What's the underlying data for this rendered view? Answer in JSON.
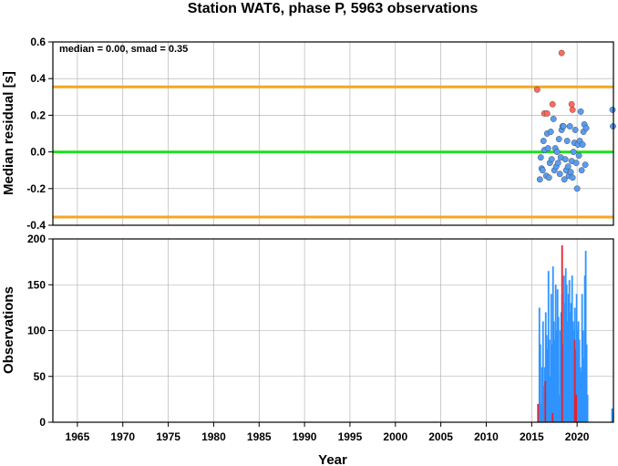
{
  "chart_data": [
    {
      "type": "scatter",
      "title": "Station WAT6, phase P, 5963 observations",
      "ylabel": "Median residual [s]",
      "annotation": "median = 0.00, smad = 0.35",
      "xlim": [
        1962.3,
        2024.0
      ],
      "ylim": [
        -0.4,
        0.6
      ],
      "yticks": [
        0.6,
        0.4,
        0.2,
        0.0,
        -0.2,
        -0.4
      ],
      "ytick_labels": [
        "0.6",
        "0.4",
        "0.2",
        "0.0",
        "-0.2",
        "-0.4"
      ],
      "grid": true,
      "reference_lines": [
        {
          "name": "median",
          "y": 0.0,
          "color": "#22e022"
        },
        {
          "name": "+smad",
          "y": 0.355,
          "color": "#f5a623"
        },
        {
          "name": "-smad",
          "y": -0.355,
          "color": "#f5a623"
        }
      ],
      "series": [
        {
          "color": "#ff6b5a",
          "points": [
            [
              2015.6,
              0.34
            ],
            [
              2016.4,
              0.21
            ],
            [
              2016.7,
              0.21
            ],
            [
              2017.3,
              0.26
            ],
            [
              2018.3,
              0.54
            ],
            [
              2019.4,
              0.26
            ],
            [
              2019.5,
              0.23
            ]
          ]
        },
        {
          "color": "#5a9cf0",
          "points": [
            [
              2015.9,
              -0.15
            ],
            [
              2016.0,
              -0.03
            ],
            [
              2016.1,
              -0.09
            ],
            [
              2016.2,
              -0.1
            ],
            [
              2016.3,
              0.06
            ],
            [
              2016.4,
              0.01
            ],
            [
              2016.6,
              -0.13
            ],
            [
              2016.7,
              0.1
            ],
            [
              2016.8,
              0.02
            ],
            [
              2016.9,
              -0.14
            ],
            [
              2017.0,
              -0.06
            ],
            [
              2017.1,
              0.11
            ],
            [
              2017.2,
              -0.04
            ],
            [
              2017.4,
              0.18
            ],
            [
              2017.5,
              -0.1
            ],
            [
              2017.6,
              0.02
            ],
            [
              2017.7,
              -0.08
            ],
            [
              2017.8,
              0.0
            ],
            [
              2017.9,
              -0.06
            ],
            [
              2018.0,
              0.07
            ],
            [
              2018.1,
              -0.12
            ],
            [
              2018.2,
              -0.03
            ],
            [
              2018.3,
              0.12
            ],
            [
              2018.4,
              0.14
            ],
            [
              2018.5,
              0.14
            ],
            [
              2018.6,
              -0.15
            ],
            [
              2018.7,
              -0.04
            ],
            [
              2018.8,
              -0.1
            ],
            [
              2018.9,
              0.06
            ],
            [
              2019.0,
              -0.08
            ],
            [
              2019.1,
              -0.13
            ],
            [
              2019.2,
              0.14
            ],
            [
              2019.3,
              -0.11
            ],
            [
              2019.4,
              -0.05
            ],
            [
              2019.5,
              -0.14
            ],
            [
              2019.6,
              0.0
            ],
            [
              2019.7,
              0.05
            ],
            [
              2019.8,
              0.12
            ],
            [
              2019.9,
              -0.06
            ],
            [
              2020.0,
              -0.2
            ],
            [
              2020.1,
              0.04
            ],
            [
              2020.2,
              -0.02
            ],
            [
              2020.3,
              0.06
            ],
            [
              2020.4,
              0.22
            ],
            [
              2020.5,
              -0.1
            ],
            [
              2020.6,
              0.04
            ],
            [
              2020.7,
              0.11
            ],
            [
              2020.8,
              0.15
            ],
            [
              2020.9,
              -0.07
            ],
            [
              2021.0,
              0.13
            ],
            [
              2023.9,
              0.23
            ],
            [
              2023.95,
              0.14
            ]
          ]
        }
      ]
    },
    {
      "type": "bar",
      "xlabel": "Year",
      "ylabel": "Observations",
      "xlim": [
        1962.3,
        2024.0
      ],
      "ylim": [
        0,
        200
      ],
      "yticks": [
        200,
        150,
        100,
        50,
        0
      ],
      "ytick_labels": [
        "200",
        "150",
        "100",
        "50",
        "0"
      ],
      "xticks": [
        1965,
        1970,
        1975,
        1980,
        1985,
        1990,
        1995,
        2000,
        2005,
        2010,
        2015,
        2020
      ],
      "xtick_labels": [
        "1965",
        "1970",
        "1975",
        "1980",
        "1985",
        "1990",
        "1995",
        "2000",
        "2005",
        "2010",
        "2015",
        "2020"
      ],
      "grid": true,
      "series": [
        {
          "color": "#2e93ff",
          "bars": [
            [
              2015.85,
              125
            ],
            [
              2015.95,
              85
            ],
            [
              2016.05,
              20
            ],
            [
              2016.15,
              60
            ],
            [
              2016.25,
              110
            ],
            [
              2016.35,
              40
            ],
            [
              2016.45,
              60
            ],
            [
              2016.55,
              120
            ],
            [
              2016.65,
              95
            ],
            [
              2016.75,
              80
            ],
            [
              2016.85,
              165
            ],
            [
              2016.95,
              90
            ],
            [
              2017.05,
              50
            ],
            [
              2017.15,
              140
            ],
            [
              2017.25,
              85
            ],
            [
              2017.35,
              170
            ],
            [
              2017.45,
              110
            ],
            [
              2017.55,
              90
            ],
            [
              2017.65,
              150
            ],
            [
              2017.75,
              100
            ],
            [
              2017.85,
              145
            ],
            [
              2017.95,
              115
            ],
            [
              2018.05,
              30
            ],
            [
              2018.15,
              100
            ],
            [
              2018.25,
              120
            ],
            [
              2018.35,
              140
            ],
            [
              2018.45,
              85
            ],
            [
              2018.55,
              160
            ],
            [
              2018.65,
              130
            ],
            [
              2018.75,
              168
            ],
            [
              2018.85,
              150
            ],
            [
              2018.95,
              110
            ],
            [
              2019.05,
              140
            ],
            [
              2019.15,
              155
            ],
            [
              2019.25,
              120
            ],
            [
              2019.35,
              130
            ],
            [
              2019.45,
              160
            ],
            [
              2019.55,
              110
            ],
            [
              2019.65,
              100
            ],
            [
              2019.75,
              125
            ],
            [
              2019.85,
              80
            ],
            [
              2019.95,
              140
            ],
            [
              2020.05,
              100
            ],
            [
              2020.15,
              110
            ],
            [
              2020.25,
              90
            ],
            [
              2020.35,
              60
            ],
            [
              2020.45,
              55
            ],
            [
              2020.55,
              140
            ],
            [
              2020.65,
              100
            ],
            [
              2020.75,
              70
            ],
            [
              2020.85,
              160
            ],
            [
              2020.95,
              187
            ],
            [
              2021.05,
              85
            ],
            [
              2021.15,
              30
            ],
            [
              2023.85,
              15
            ],
            [
              2023.95,
              10
            ]
          ]
        },
        {
          "color": "#e8202a",
          "bars": [
            [
              2015.7,
              20
            ],
            [
              2016.5,
              45
            ],
            [
              2017.3,
              10
            ],
            [
              2018.35,
              193
            ],
            [
              2019.75,
              90
            ],
            [
              2019.9,
              30
            ]
          ]
        }
      ]
    }
  ]
}
